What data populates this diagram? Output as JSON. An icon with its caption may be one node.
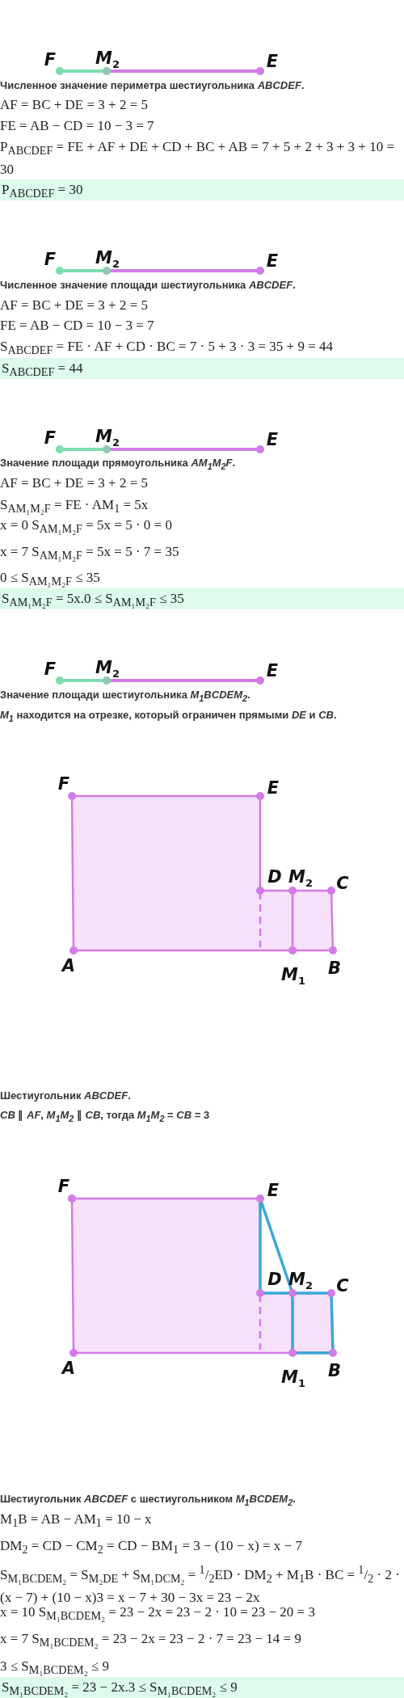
{
  "diagram": {
    "nodes": [
      {
        "text": [
          "P$_{ABCDEF}$ = 30"
        ]
      },
      {
        "text": [
          "S$_{ABCDEF}$ = 44"
        ]
      },
      {
        "text": [
          "S$_{AM₁M₂F}$ = 5x.0 ≤ S$_{AM₁M₂F}$ ≤ 35"
        ]
      },
      {
        "text": [
          "S$_{M₁BCDEM₂}$ = 23 − 2x.3 ≤ S$_{M₁BCDEM₂}$ ≤ 9"
        ]
      }
    ],
    "labels": [
      "F",
      "M$_{2}$",
      "E",
      "Численное значение периметра шестиугольника *ABCDEF*.",
      "AF = BC + DE = 3 + 2 = 5",
      "FE = AB − CD = 10 − 3 = 7",
      "P$_{ABCDEF}$ = FE + AF + DE + CD + BC + AB = 7 + 5 + 2 + 3 + 3 + 10 = 30",
      "F",
      "M$_{2}$",
      "E",
      "Численное значение площади шестиугольника *ABCDEF*.",
      "AF = BC + DE = 3 + 2 = 5",
      "FE = AB − CD = 10 − 3 = 7",
      "S$_{ABCDEF}$ = FE · AF + CD · BC = 7 · 5 + 3 · 3 = 35 + 9 = 44",
      "F",
      "M$_{2}$",
      "E",
      "Значение площади прямоугольника *AM$_{1}$M$_{2}$F*.",
      "AF = BC + DE = 3 + 2 = 5",
      "S$_{AM₁M₂F}$ = FE · AM$_{1}$ = 5x",
      "x = 0 S$_{AM₁M₂F}$ = 5x = 5 · 0 = 0",
      "x = 7 S$_{AM₁M₂F}$ = 5x = 5 · 7 = 35",
      "0 ≤ S$_{AM₁M₂F}$ ≤ 35",
      "F",
      "M$_{2}$",
      "E",
      "Значение площади шестиугольника *M$_{1}$BCDEM$_{2}$*.",
      "*M$_{1}$* находится на отрезке, который ограничен прямыми *DE* и *CB*.",
      "F",
      "E",
      "D",
      "M$_{2}$",
      "C",
      "A",
      "M$_{1}$",
      "B",
      "Шестиугольник *ABCDEF*.",
      "*CB* ∥ *AF*, *M$_{1}$M$_{2}$* ∥ *CB*, тогда *M$_{1}$M$_{2}$* = *CB* = 3",
      "F",
      "E",
      "D",
      "M$_{2}$",
      "C",
      "A",
      "M$_{1}$",
      "B",
      "Шестиугольник *ABCDEF* с шестиугольником *M$_{1}$BCDEM$_{2}$*.",
      "M$_{1}$B = AB − AM$_{1}$ = 10 − x",
      "DM$_{2}$ = CD − CM$_{2}$ = CD − BM$_{1}$ = 3 − (10 − x) = x − 7",
      "S$_{M₁BCDEM₂}$ = S$_{M₂DE}$ + S$_{M₁DCM₂}$ = $^{1}$/$_{2}$ED · DM$_{2}$ + M$_{1}$B · BC = $^{1}$/$_{2}$ · 2 · (x − 7) + (10 − x)3 = x − 7 + 30 − 3x = 23 − 2x",
      "x = 10 S$_{M₁BCDEM₂}$ = 23 − 2x = 23 − 2 · 10 = 23 − 20 = 3",
      "x = 7 S$_{M₁BCDEM₂}$ = 23 − 2x = 23 − 2 · 7 = 23 − 14 = 9",
      "3 ≤ S$_{M₁BCDEM₂}$ ≤ 9"
    ]
  }
}
